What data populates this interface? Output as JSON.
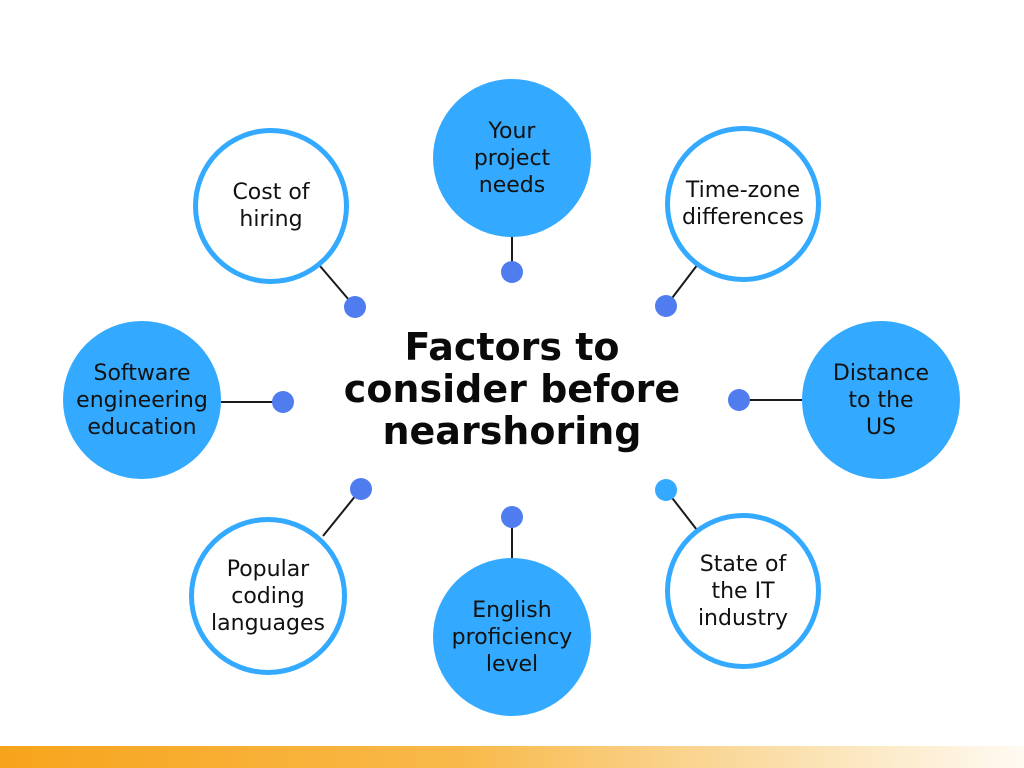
{
  "diagram": {
    "title": "Factors to\nconsider before\nnearshoring",
    "colors": {
      "accent": "#33aaff",
      "connector_dot": "#4f7df0",
      "connector_dot_alt": "#33aaff",
      "connector_line": "#1a1a1a",
      "footer_start": "#f7a41c",
      "footer_end": "#fffaf2"
    },
    "nodes": [
      {
        "id": "your-project-needs",
        "label": "Your\nproject\nneeds",
        "style": "filled"
      },
      {
        "id": "time-zone-differences",
        "label": "Time-zone\ndifferences",
        "style": "outlined"
      },
      {
        "id": "distance-to-the-us",
        "label": "Distance\nto the\nUS",
        "style": "filled"
      },
      {
        "id": "state-of-the-it-industry",
        "label": "State of\nthe IT\nindustry",
        "style": "outlined"
      },
      {
        "id": "english-proficiency-level",
        "label": "English\nproficiency\nlevel",
        "style": "filled"
      },
      {
        "id": "popular-coding-languages",
        "label": "Popular\ncoding\nlanguages",
        "style": "outlined"
      },
      {
        "id": "software-engineering-education",
        "label": "Software\nengineering\neducation",
        "style": "filled"
      },
      {
        "id": "cost-of-hiring",
        "label": "Cost of\nhiring",
        "style": "outlined"
      }
    ]
  }
}
